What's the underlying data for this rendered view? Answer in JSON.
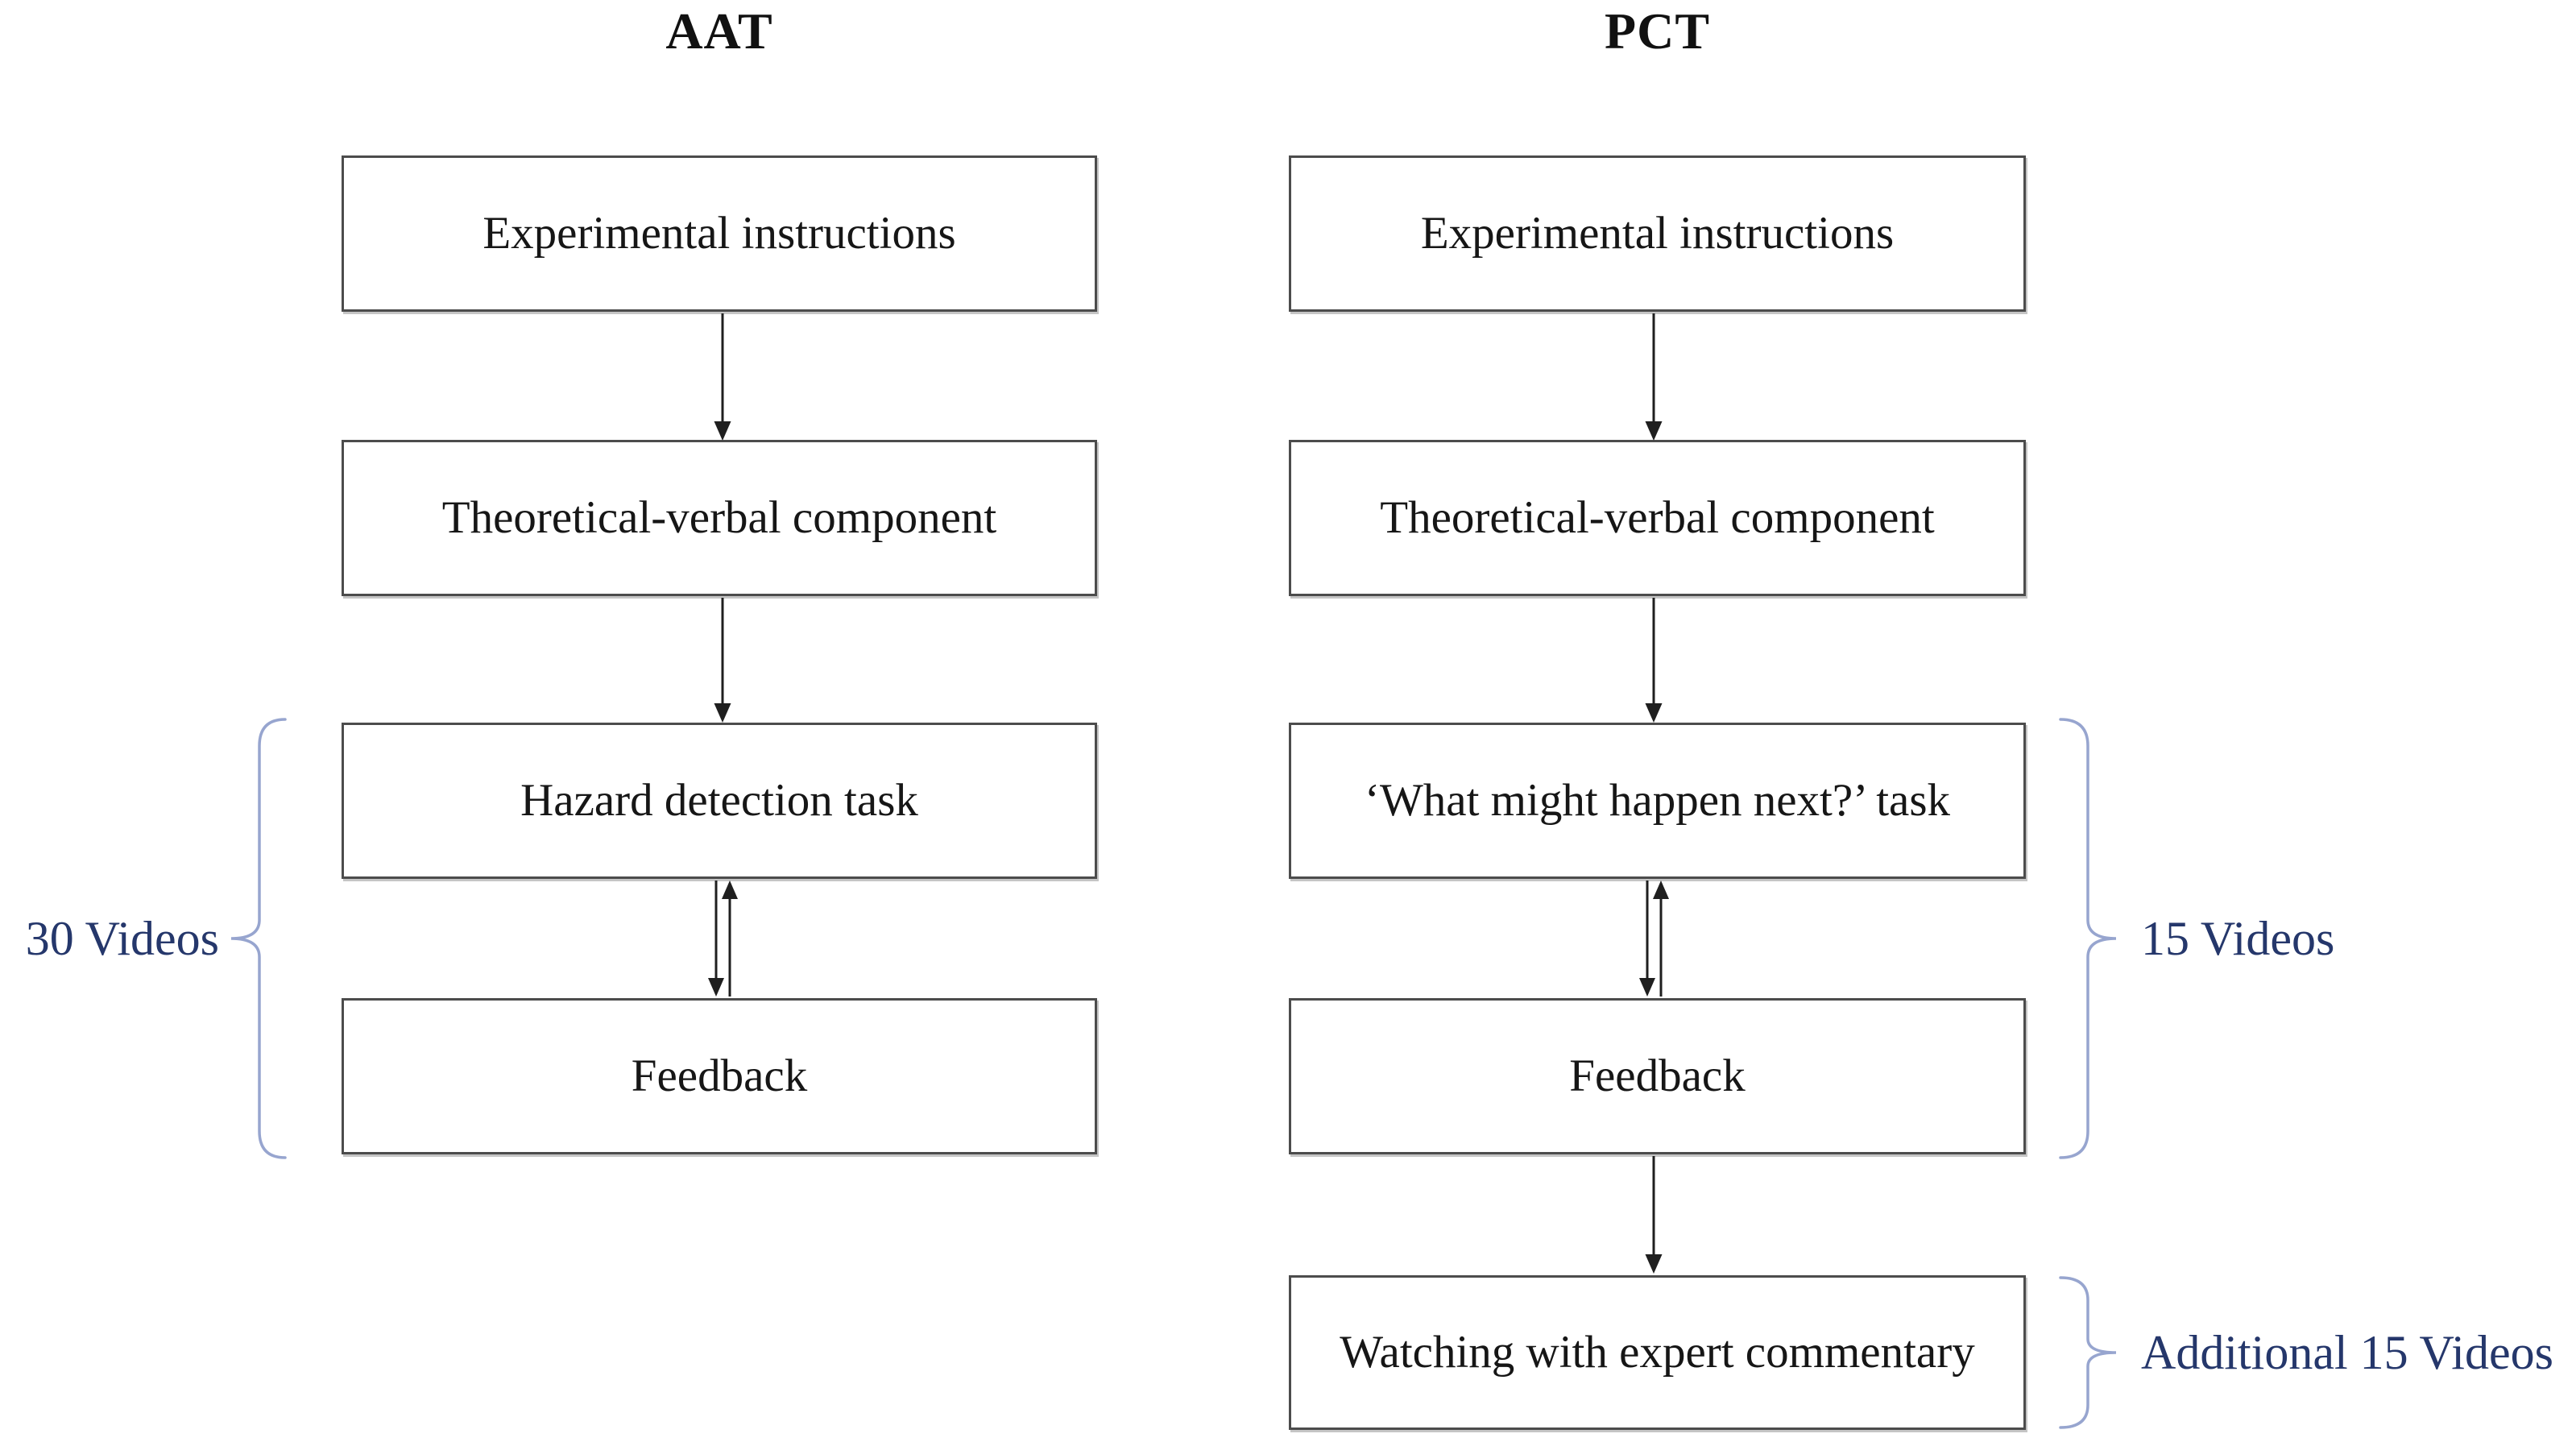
{
  "diagram": {
    "columns": [
      {
        "id": "aat",
        "title": "AAT",
        "boxes": [
          "Experimental instructions",
          "Theoretical-verbal component",
          "Hazard detection task",
          "Feedback"
        ]
      },
      {
        "id": "pct",
        "title": "PCT",
        "boxes": [
          "Experimental instructions",
          "Theoretical-verbal component",
          "‘What might happen next?’ task",
          "Feedback",
          "Watching with expert commentary"
        ]
      }
    ],
    "edges": [
      {
        "column": "AAT",
        "from": "Experimental instructions",
        "to": "Theoretical-verbal component",
        "type": "single-down-arrow"
      },
      {
        "column": "AAT",
        "from": "Theoretical-verbal component",
        "to": "Hazard detection task",
        "type": "single-down-arrow"
      },
      {
        "column": "AAT",
        "from": "Hazard detection task",
        "to": "Feedback",
        "type": "double-two-way-arrow"
      },
      {
        "column": "PCT",
        "from": "Experimental instructions",
        "to": "Theoretical-verbal component",
        "type": "single-down-arrow"
      },
      {
        "column": "PCT",
        "from": "Theoretical-verbal component",
        "to": "‘What might happen next?’ task",
        "type": "single-down-arrow"
      },
      {
        "column": "PCT",
        "from": "‘What might happen next?’ task",
        "to": "Feedback",
        "type": "double-two-way-arrow"
      },
      {
        "column": "PCT",
        "from": "Feedback",
        "to": "Watching with expert commentary",
        "type": "single-down-arrow"
      }
    ],
    "annotations": {
      "left": {
        "label": "30 Videos",
        "spans": [
          "Hazard detection task",
          "Feedback"
        ]
      },
      "right_main": {
        "label": "15 Videos",
        "spans": [
          "‘What might happen next?’ task",
          "Feedback"
        ]
      },
      "right_additional": {
        "label": "Additional 15 Videos",
        "spans": [
          "Watching with expert commentary"
        ]
      }
    },
    "colors": {
      "background": "#ffffff",
      "box_border": "#4c4c4c",
      "box_text": "#161616",
      "arrow": "#1f1f1f",
      "brace": "#97a5cf",
      "annotation_text": "#25376b"
    }
  }
}
